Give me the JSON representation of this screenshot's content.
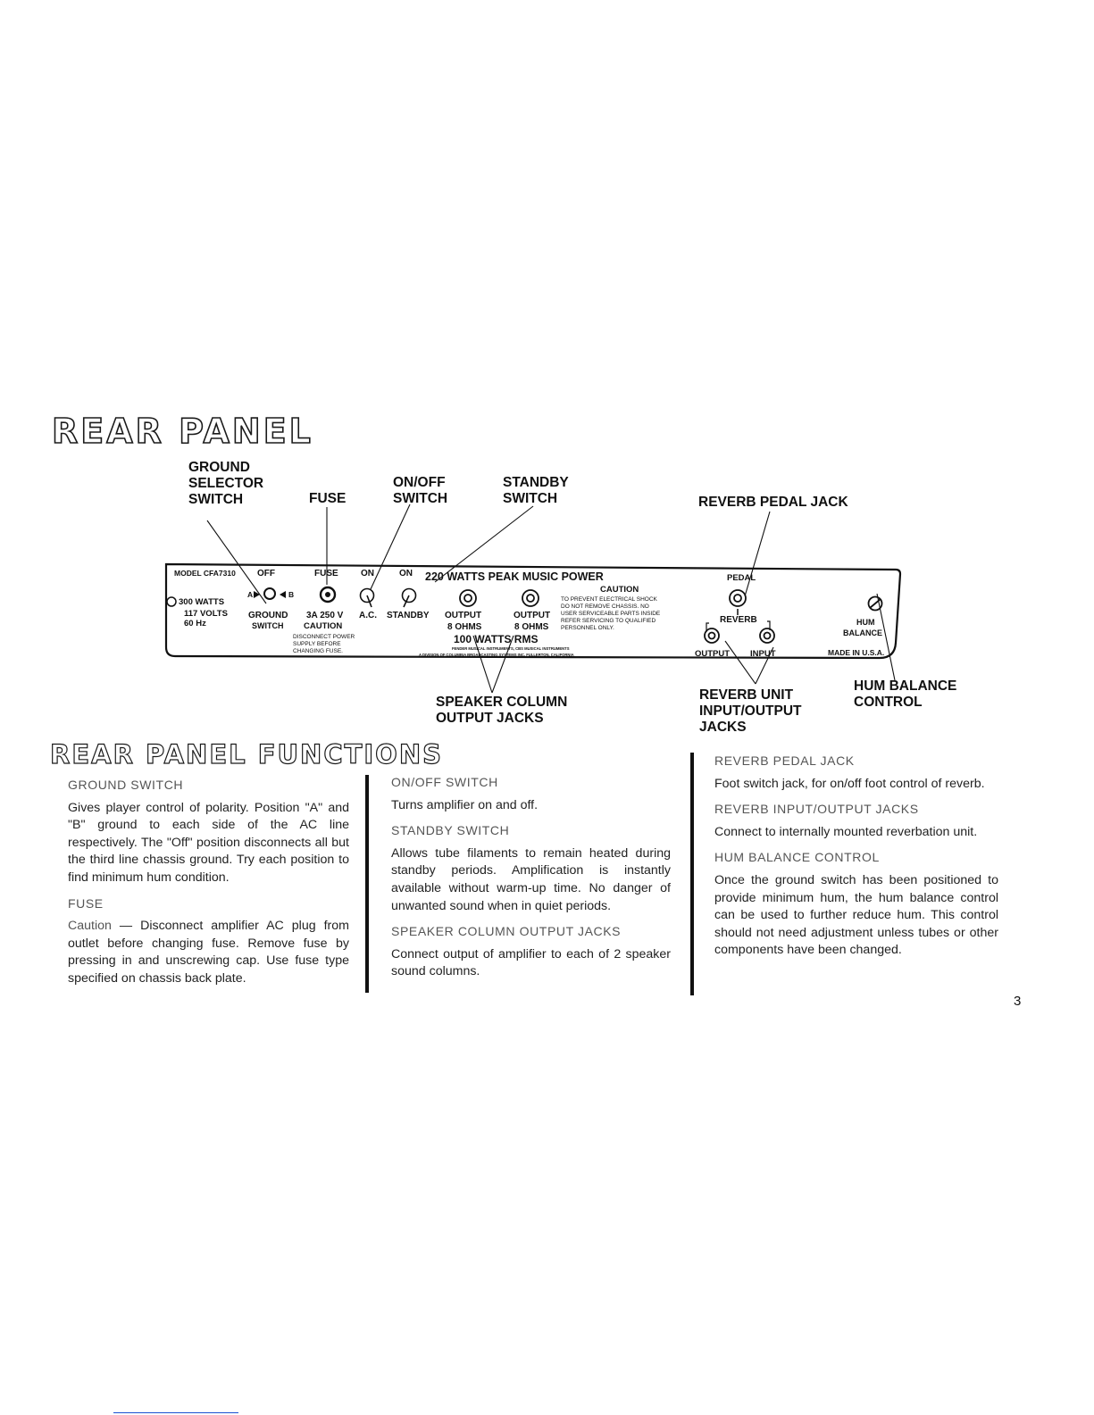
{
  "page": {
    "title": "REAR PANEL",
    "functions_title": "REAR PANEL FUNCTIONS",
    "page_number": "3"
  },
  "callouts": {
    "ground_selector": [
      "GROUND",
      "SELECTOR",
      "SWITCH"
    ],
    "fuse": "FUSE",
    "on_off": [
      "ON/OFF",
      "SWITCH"
    ],
    "standby": [
      "STANDBY",
      "SWITCH"
    ],
    "reverb_pedal_jack": "REVERB PEDAL JACK",
    "speaker_column": [
      "SPEAKER COLUMN",
      "OUTPUT JACKS"
    ],
    "reverb_unit": [
      "REVERB UNIT",
      "INPUT/OUTPUT",
      "JACKS"
    ],
    "hum_balance": [
      "HUM BALANCE",
      "CONTROL"
    ]
  },
  "panel": {
    "model": "MODEL CFA7310",
    "off": "OFF",
    "fuse": "FUSE",
    "on1": "ON",
    "on2": "ON",
    "power": "220 WATTS PEAK MUSIC POWER",
    "watts": "300 WATTS",
    "volts": "117 VOLTS",
    "hz": "60 Hz",
    "a": "A",
    "b": "B",
    "ground": "GROUND",
    "switch": "SWITCH",
    "fuse_rating": "3A 250 V",
    "caution_small": "CAUTION",
    "ac": "A.C.",
    "standby": "STANDBY",
    "disconnect": [
      "DISCONNECT POWER",
      "SUPPLY BEFORE",
      "CHANGING FUSE."
    ],
    "output": "OUTPUT",
    "ohms": "8 OHMS",
    "rms": "100 WATTS RMS",
    "caution": "CAUTION",
    "caution_lines": [
      "TO PREVENT ELECTRICAL SHOCK",
      "DO NOT REMOVE CHASSIS. NO",
      "USER SERVICEABLE PARTS INSIDE",
      "REFER SERVICING TO QUALIFIED",
      "PERSONNEL ONLY."
    ],
    "fender": "FENDER MUSICAL INSTRUMENTS, CBS MUSICAL INSTRUMENTS",
    "division": "A DIVISION OF COLUMBIA BROADCASTING SYSTEMS INC. FULLERTON, CALIFORNIA",
    "pedal": "PEDAL",
    "reverb": "REVERB",
    "in": "INPUT",
    "hum": "HUM",
    "balance": "BALANCE",
    "made": "MADE IN U.S.A."
  },
  "functions": {
    "ground": {
      "title": "GROUND SWITCH",
      "text": "Gives player control of polarity. Position \"A\" and \"B\" ground to each side of the AC line respectively. The \"Off\" position disconnects all but the third line chassis ground. Try each position to find minimum hum condition."
    },
    "fuse": {
      "title": "FUSE",
      "caution_label": "Caution",
      "text": " — Disconnect amplifier AC plug from outlet before changing fuse. Remove fuse by pressing in and unscrewing cap. Use fuse type specified on chassis back plate."
    },
    "onoff": {
      "title": "ON/OFF SWITCH",
      "text": "Turns amplifier on and off."
    },
    "standby": {
      "title": "STANDBY SWITCH",
      "text": "Allows tube filaments to remain heated during standby periods. Amplification is instantly available without warm-up time. No danger of unwanted sound when in quiet periods."
    },
    "speaker": {
      "title": "SPEAKER COLUMN OUTPUT JACKS",
      "text": "Connect output of amplifier to each of 2 speaker sound columns."
    },
    "pedal": {
      "title": "REVERB PEDAL JACK",
      "text": "Foot switch jack, for on/off foot control of reverb."
    },
    "reverb_io": {
      "title": "REVERB INPUT/OUTPUT JACKS",
      "text": "Connect to internally mounted reverbation unit."
    },
    "hum": {
      "title": "HUM BALANCE CONTROL",
      "text": "Once the ground switch has been positioned to provide minimum hum, the hum balance control can be used to further reduce hum. This control should not need adjustment unless tubes or other components have been changed."
    }
  }
}
